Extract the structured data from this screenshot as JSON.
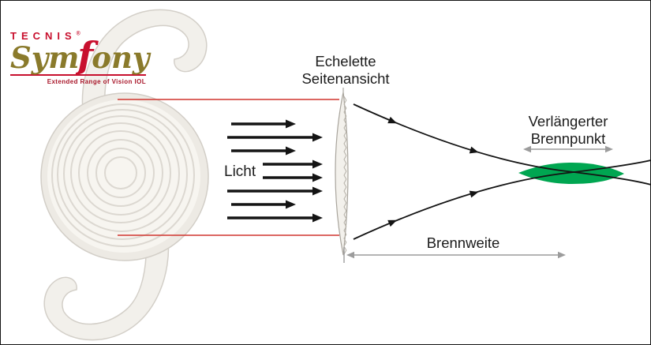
{
  "logo": {
    "brand": "TECNIS",
    "registered_mark": "®",
    "product_name": "Symfony",
    "product_prefix": "Sym",
    "product_f": "f",
    "product_suffix": "ony",
    "tagline": "Extended Range of Vision IOL",
    "brand_color": "#c8102e",
    "product_color": "#8a7a2b"
  },
  "diagram": {
    "echelette_label": [
      "Echelette",
      "Seitenansicht"
    ],
    "light_label": "Licht",
    "extended_focus_label": [
      "Verlängerter",
      "Brennpunkt"
    ],
    "focal_length_label": "Brennweite",
    "light_arrow_count": 8,
    "focus_color": "#00a651",
    "ray_color": "#141414",
    "guide_line_color": "#d0352e",
    "measure_arrow_color": "#9c9c9c"
  }
}
